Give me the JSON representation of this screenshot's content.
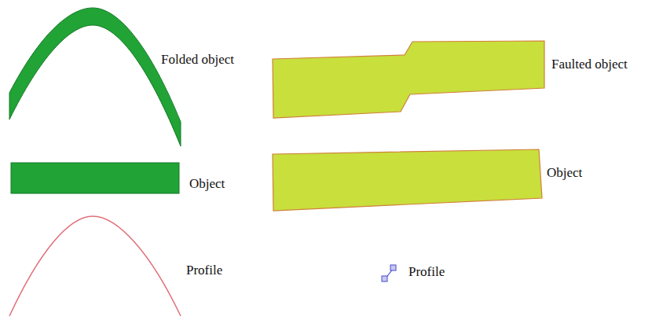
{
  "diagram": {
    "labels": [
      "Folded object",
      "Faulted object",
      "Object",
      "Object",
      "Profile",
      "Profile"
    ]
  }
}
